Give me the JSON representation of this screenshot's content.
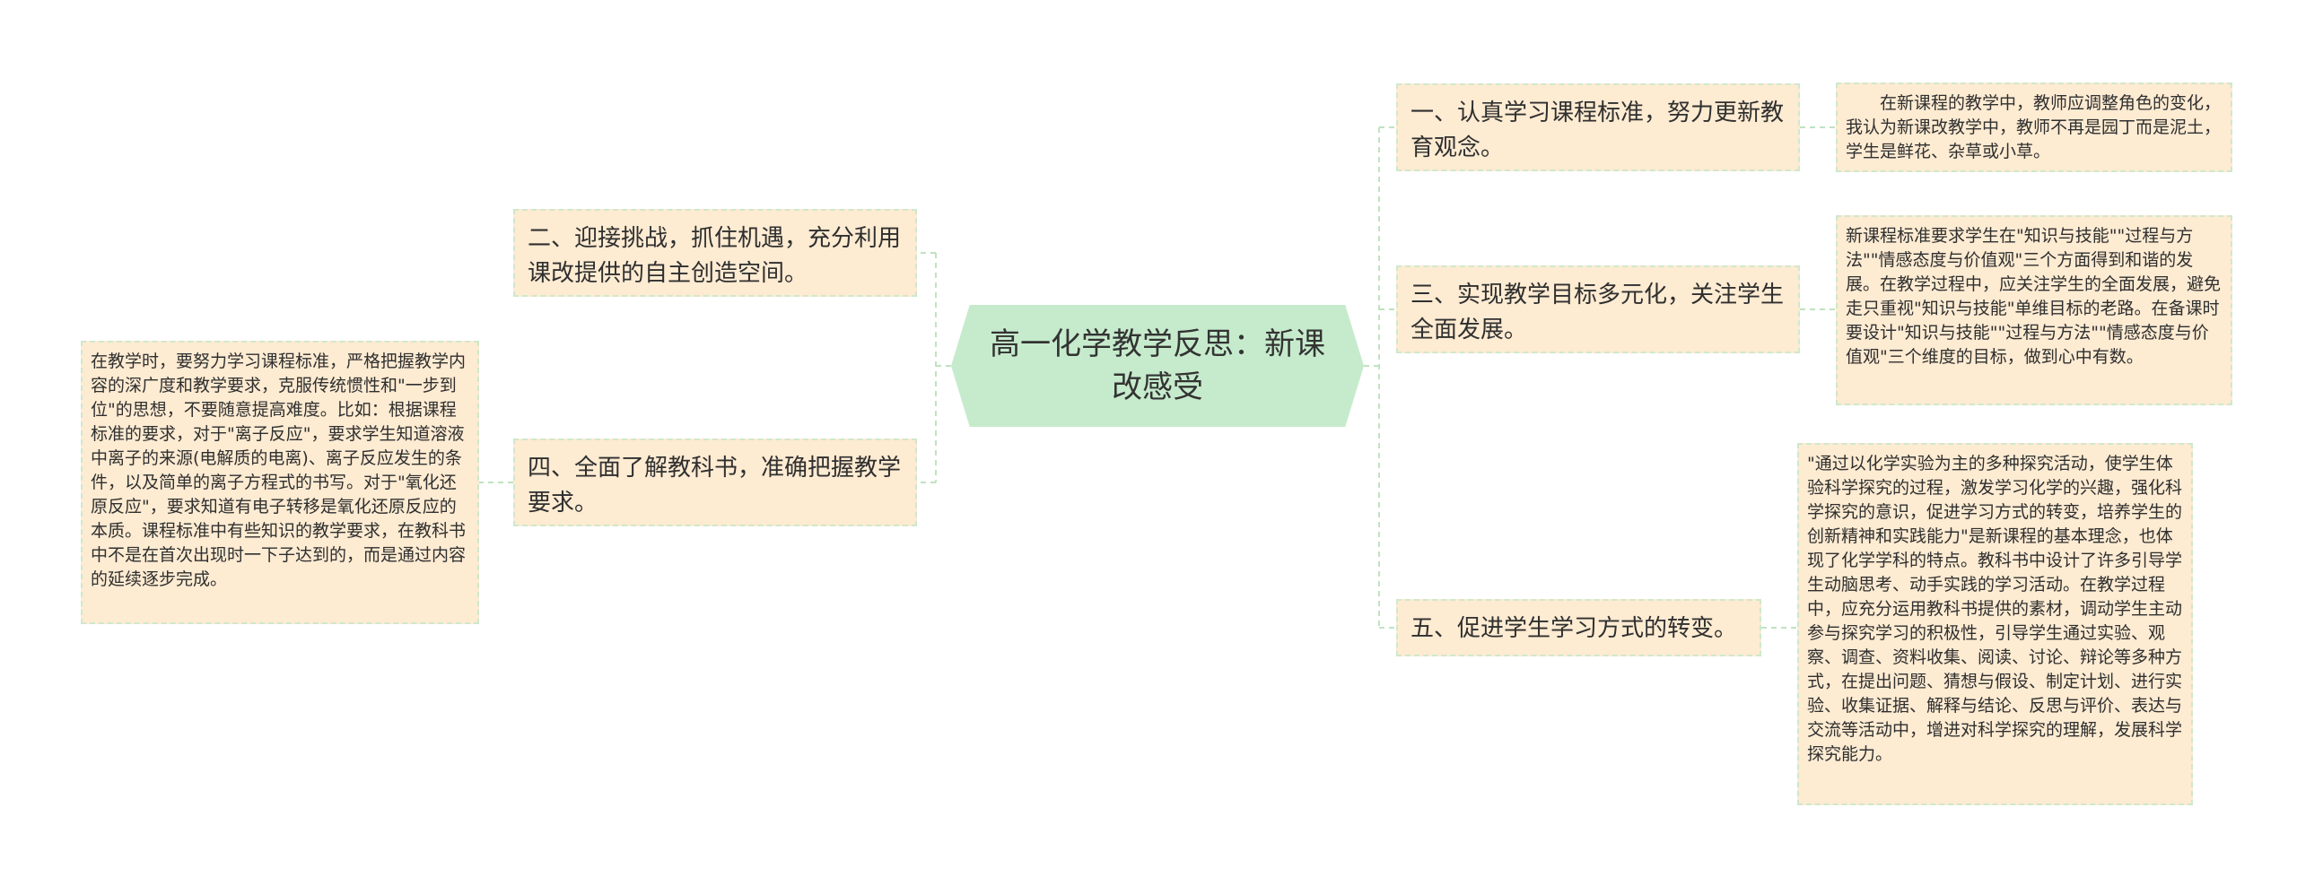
{
  "center": {
    "title": "高一化学教学反思：新课改感受"
  },
  "branches": {
    "b1": {
      "label": "一、认真学习课程标准，努力更新教育观念。"
    },
    "b2": {
      "label": "二、迎接挑战，抓住机遇，充分利用课改提供的自主创造空间。"
    },
    "b3": {
      "label": "三、实现教学目标多元化，关注学生全面发展。"
    },
    "b4": {
      "label": "四、全面了解教科书，准确把握教学要求。"
    },
    "b5": {
      "label": "五、促进学生学习方式的转变。"
    }
  },
  "leaves": {
    "l1": {
      "text": "在新课程的教学中，教师应调整角色的变化，我认为新课改教学中，教师不再是园丁而是泥土，学生是鲜花、杂草或小草。"
    },
    "l3": {
      "text": "新课程标准要求学生在\"知识与技能\"\"过程与方法\"\"情感态度与价值观\"三个方面得到和谐的发展。在教学过程中，应关注学生的全面发展，避免走只重视\"知识与技能\"单维目标的老路。在备课时要设计\"知识与技能\"\"过程与方法\"\"情感态度与价值观\"三个维度的目标，做到心中有数。"
    },
    "l4": {
      "text": "在教学时，要努力学习课程标准，严格把握教学内容的深广度和教学要求，克服传统惯性和\"一步到位\"的思想，不要随意提高难度。比如：根据课程标准的要求，对于\"离子反应\"，要求学生知道溶液中离子的来源(电解质的电离)、离子反应发生的条件，以及简单的离子方程式的书写。对于\"氧化还原反应\"，要求知道有电子转移是氧化还原反应的本质。课程标准中有些知识的教学要求，在教科书中不是在首次出现时一下子达到的，而是通过内容的延续逐步完成。"
    },
    "l5": {
      "text": "\"通过以化学实验为主的多种探究活动，使学生体验科学探究的过程，激发学习化学的兴趣，强化科学探究的意识，促进学习方式的转变，培养学生的创新精神和实践能力\"是新课程的基本理念，也体现了化学学科的特点。教科书中设计了许多引导学生动脑思考、动手实践的学习活动。在教学过程中，应充分运用教科书提供的素材，调动学生主动参与探究学习的积极性，引导学生通过实验、观察、调查、资料收集、阅读、讨论、辩论等多种方式，在提出问题、猜想与假设、制定计划、进行实验、收集证据、解释与结论、反思与评价、表达与交流等活动中，增进对科学探究的理解，发展科学探究能力。"
    }
  },
  "colors": {
    "box_fill": "#fdebd2",
    "box_border": "#cfe8cc",
    "center_fill": "#c6ebcc",
    "line": "#bfe3c0"
  }
}
